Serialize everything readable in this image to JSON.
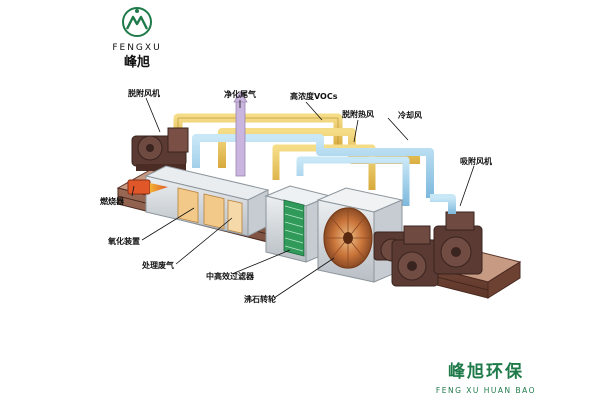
{
  "brand": {
    "name_en": "FENGXU",
    "name_cn": "峰旭"
  },
  "labels": {
    "adsorption_fan": "脱附风机",
    "purified_gas": "净化尾气",
    "high_conc_vocs": "高浓度VOCs",
    "desorption_hot_air": "脱附热风",
    "cooling_air": "冷却风",
    "suction_fan": "吸附风机",
    "burner": "燃烧器",
    "oxidation_unit": "氧化装置",
    "treated_gas": "处理废气",
    "filter": "中高效过滤器",
    "zeolite_wheel": "沸石转轮"
  },
  "watermark": {
    "cn": "峰旭环保",
    "en": "FENG XU HUAN BAO"
  },
  "colors": {
    "brand_green": "#1f7a4a",
    "pipe_yellow": "#e7c04a",
    "pipe_blue": "#8ec9ea",
    "pipe_lilac": "#c9b5de",
    "frame_brown": "#7a4a3a",
    "machine_dark": "#5a3a32"
  }
}
